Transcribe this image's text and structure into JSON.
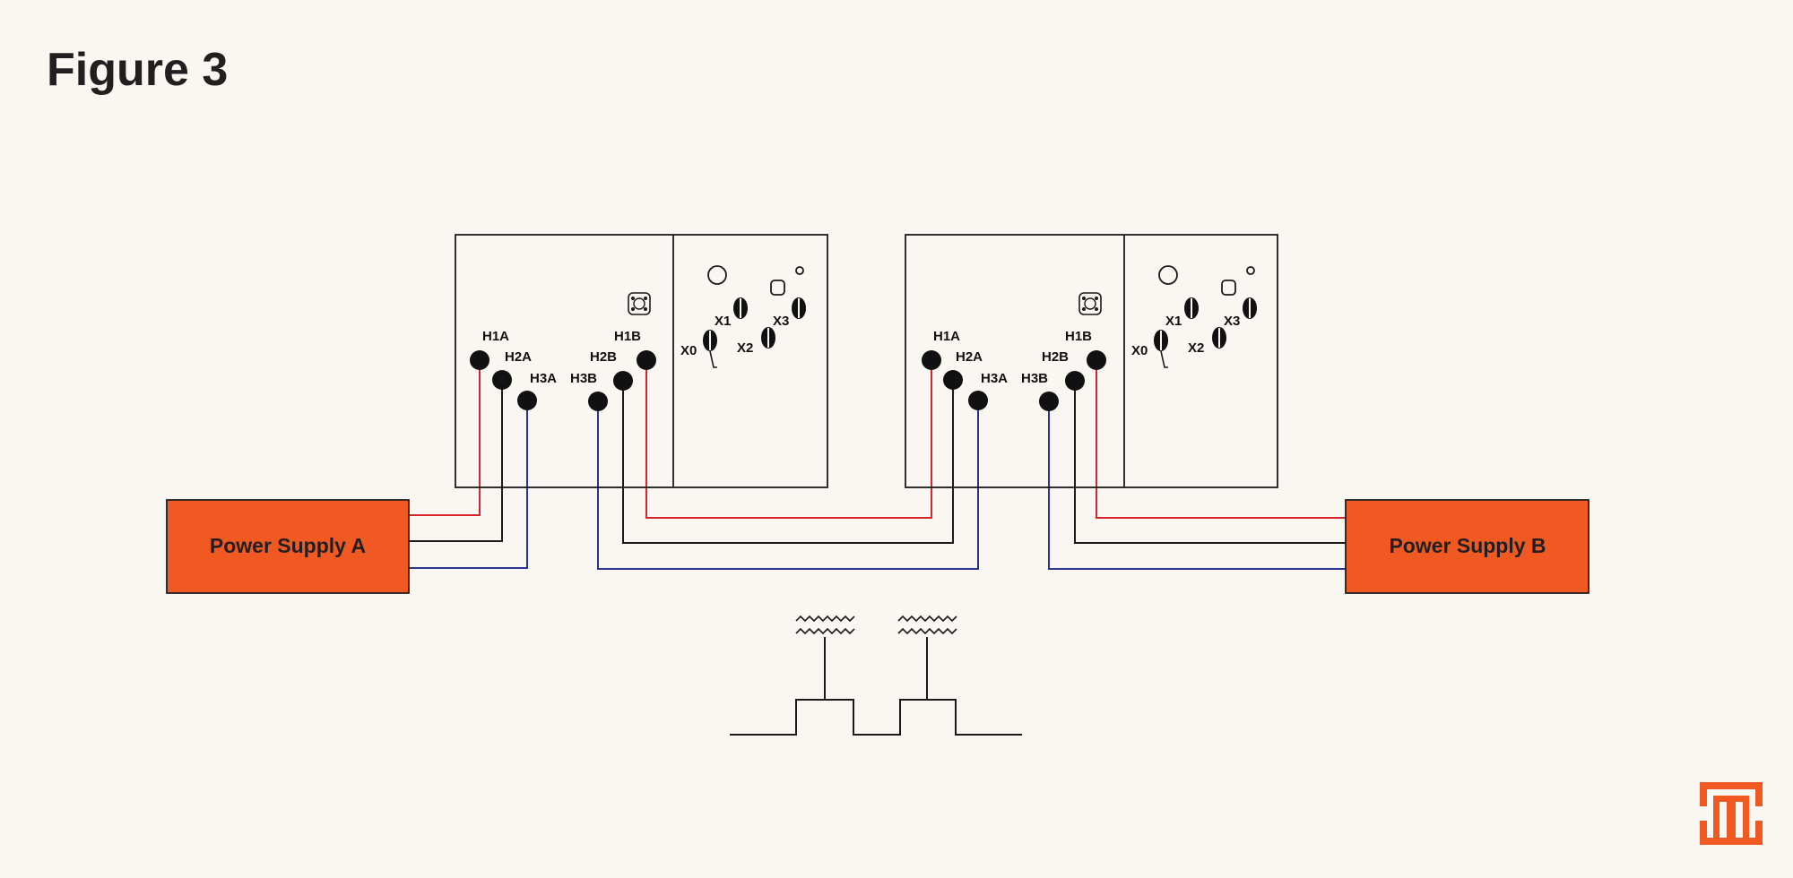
{
  "title": "Figure 3",
  "colors": {
    "background": "#faf6f2",
    "ink": "#1a1a1a",
    "wire_red": "#d6252b",
    "wire_black": "#1a1a1a",
    "wire_blue": "#2a3593",
    "power_supply_fill": "#f05a22",
    "logo": "#f05a22"
  },
  "transformers": [
    {
      "id": "left",
      "primary_terminals": [
        "H1A",
        "H2A",
        "H3A",
        "H3B",
        "H2B",
        "H1B"
      ],
      "secondary_terminals": [
        "X0",
        "X1",
        "X2",
        "X3"
      ]
    },
    {
      "id": "right",
      "primary_terminals": [
        "H1A",
        "H2A",
        "H3A",
        "H3B",
        "H2B",
        "H1B"
      ],
      "secondary_terminals": [
        "X0",
        "X1",
        "X2",
        "X3"
      ]
    }
  ],
  "power_supplies": [
    {
      "label": "Power Supply A"
    },
    {
      "label": "Power Supply B"
    }
  ],
  "connections": [
    {
      "from": "Power Supply A",
      "to": "left.H1A",
      "color": "red"
    },
    {
      "from": "Power Supply A",
      "to": "left.H2A",
      "color": "black"
    },
    {
      "from": "Power Supply A",
      "to": "left.H3A",
      "color": "blue"
    },
    {
      "from": "left.H1B",
      "to": "right.H1A",
      "color": "red"
    },
    {
      "from": "left.H2B",
      "to": "right.H2A",
      "color": "black"
    },
    {
      "from": "left.H3B",
      "to": "right.H3A",
      "color": "blue"
    },
    {
      "from": "right.H1B",
      "to": "Power Supply B",
      "color": "red"
    },
    {
      "from": "right.H2B",
      "to": "Power Supply B",
      "color": "black"
    },
    {
      "from": "right.H3B",
      "to": "Power Supply B",
      "color": "blue"
    }
  ],
  "icons": [
    "transformer-outline-icon",
    "logo-icon"
  ]
}
